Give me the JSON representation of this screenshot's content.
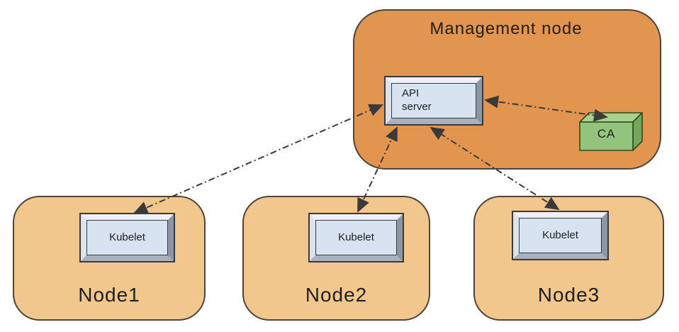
{
  "colors": {
    "background": "#FFFFFF",
    "management_fill": "#E2954E",
    "management_border": "#4C4538",
    "node_fill": "#F2C78E",
    "node_border": "#4C4538",
    "component_face": "#D8E3F2",
    "component_border": "#3A3A3A",
    "ca_front": "#93C47D",
    "ca_top": "#A9D18E",
    "ca_side": "#76A65C",
    "ca_border": "#2F4A22",
    "arrow": "#3A3A3A",
    "text": "#1F1F1F"
  },
  "management_node": {
    "label": "Management node",
    "api_server_label": "API server",
    "ca_label": "CA"
  },
  "nodes": [
    {
      "label": "Node1",
      "component_label": "Kubelet"
    },
    {
      "label": "Node2",
      "component_label": "Kubelet"
    },
    {
      "label": "Node3",
      "component_label": "Kubelet"
    }
  ],
  "connections": [
    {
      "from": "Kubelet (Node1)",
      "to": "API server",
      "style": "dash-dot",
      "arrows": "both"
    },
    {
      "from": "Kubelet (Node2)",
      "to": "API server",
      "style": "dash-dot",
      "arrows": "both"
    },
    {
      "from": "Kubelet (Node3)",
      "to": "API server",
      "style": "dash-dot",
      "arrows": "both"
    },
    {
      "from": "API server",
      "to": "CA",
      "style": "dash-dot",
      "arrows": "both"
    }
  ]
}
